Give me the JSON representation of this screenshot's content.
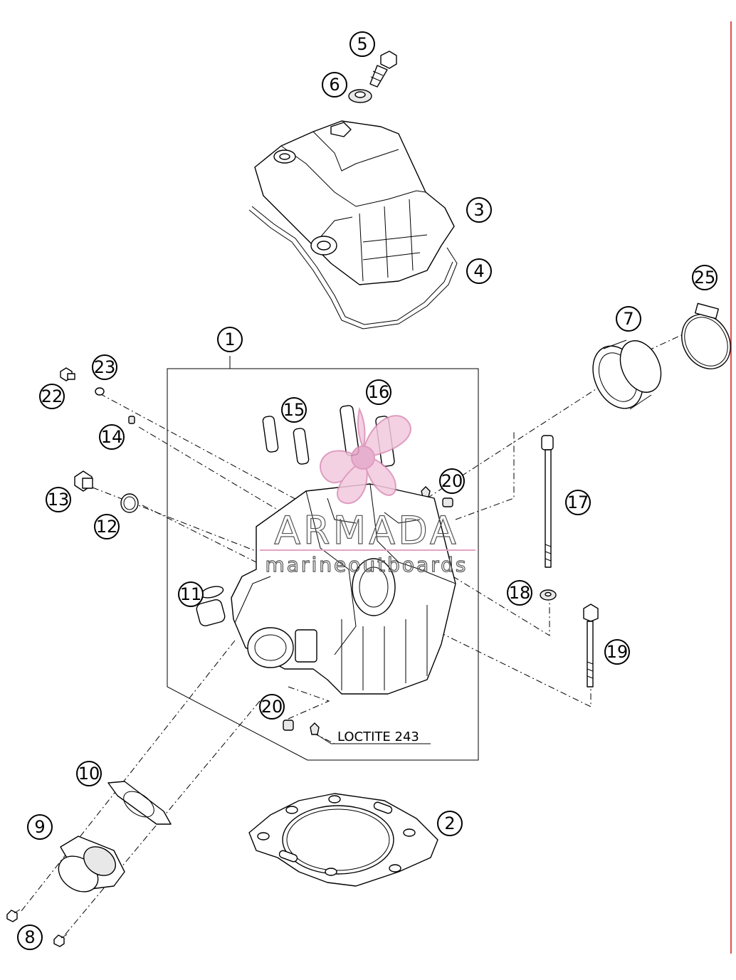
{
  "callouts": [
    "1",
    "2",
    "3",
    "4",
    "5",
    "6",
    "7",
    "8",
    "9",
    "10",
    "11",
    "12",
    "13",
    "14",
    "15",
    "16",
    "17",
    "18",
    "19",
    "20",
    "20",
    "22",
    "23",
    "25"
  ],
  "note": {
    "loctite": "LOCTITE 243"
  },
  "watermark": {
    "brand": "ARMADA",
    "tagline": "marineoutboards"
  },
  "colors": {
    "accent": "#e3a3c6",
    "accent_dark": "#d98bb5",
    "line": "#000000",
    "edge_marker": "#e05050"
  },
  "icons": {
    "watermark_logo": "propeller-icon"
  }
}
